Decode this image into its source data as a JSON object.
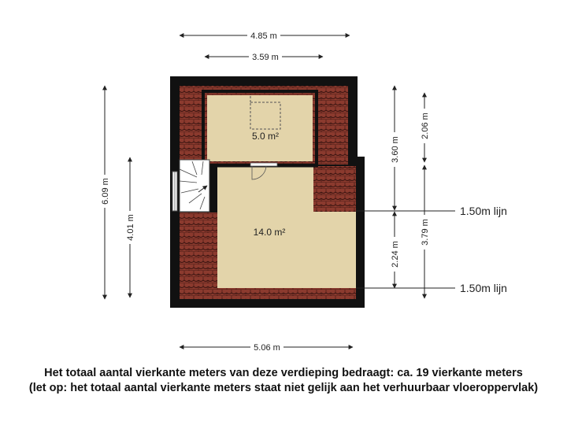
{
  "dimensions": {
    "top_outer": "4.85 m",
    "top_inner": "3.59 m",
    "left_outer": "6.09 m",
    "left_inner": "4.01 m",
    "right_a": "3.60 m",
    "right_b": "2.06 m",
    "right_c": "2.24 m",
    "right_d": "3.79 m",
    "bottom": "5.06 m"
  },
  "rooms": {
    "upper_area": "5.0 m²",
    "lower_area": "14.0 m²"
  },
  "height_lines": {
    "upper": "1.50m lijn",
    "lower": "1.50m lijn"
  },
  "footer": {
    "line1": "Het totaal aantal vierkante meters van deze verdieping bedraagt: ca. 19 vierkante meters",
    "line2": "(let op: het totaal aantal vierkante meters staat niet gelijk aan het verhuurbaar vloeroppervlak)"
  },
  "colors": {
    "wall": "#111111",
    "floor": "#e3d4aa",
    "roof_tile": "#8b3a2e",
    "roof_tile_line": "#3a1410"
  }
}
